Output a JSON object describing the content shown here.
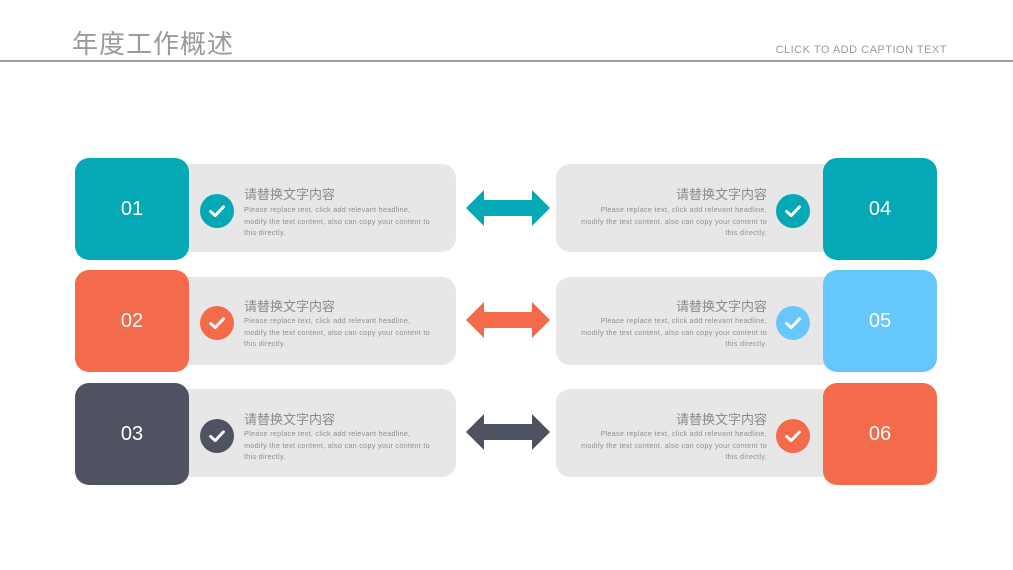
{
  "header": {
    "title": "年度工作概述",
    "caption": "CLICK TO ADD CAPTION TEXT"
  },
  "colors": {
    "teal": "#04A9B5",
    "orange": "#F46B4B",
    "slate": "#4E5261",
    "sky": "#66C7FD",
    "card_bg": "#E7E7E7"
  },
  "items": [
    {
      "number": "01",
      "heading": "请替换文字内容",
      "text": "Please replace text, click add relevant headline, modify the text content, also can copy your content to this directly.",
      "color": "#04A9B5",
      "icon": "check-icon"
    },
    {
      "number": "02",
      "heading": "请替换文字内容",
      "text": "Please replace text, click add relevant headline, modify the text content, also can copy your content to this directly.",
      "color": "#F46B4B",
      "icon": "check-icon"
    },
    {
      "number": "03",
      "heading": "请替换文字内容",
      "text": "Please replace text, click add relevant headline, modify the text content, also can copy your content to this directly.",
      "color": "#4E5261",
      "icon": "check-icon"
    },
    {
      "number": "04",
      "heading": "请替换文字内容",
      "text": "Please replace text, click add relevant headline, modify the text content, also can copy your content to this directly.",
      "color": "#04A9B5",
      "icon": "check-icon"
    },
    {
      "number": "05",
      "heading": "请替换文字内容",
      "text": "Please replace text, click add relevant headline, modify the text content, also can copy your content to this directly.",
      "color": "#66C7FD",
      "icon": "check-icon"
    },
    {
      "number": "06",
      "heading": "请替换文字内容",
      "text": "Please replace text, click add relevant headline, modify the text content, also can copy your content to this directly.",
      "color": "#F46B4B",
      "icon": "check-icon"
    }
  ],
  "arrows": [
    {
      "icon": "double-arrow-icon",
      "color": "#04A9B5"
    },
    {
      "icon": "double-arrow-icon",
      "color": "#F46B4B"
    },
    {
      "icon": "double-arrow-icon",
      "color": "#4E5261"
    }
  ]
}
